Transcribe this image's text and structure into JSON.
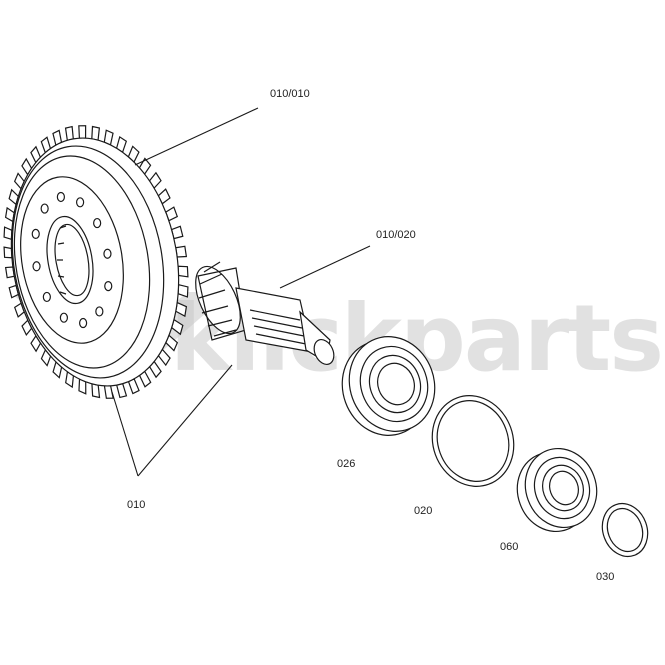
{
  "watermark": {
    "brand": "klickparts",
    "color": "#c9c9c9"
  },
  "labels": {
    "ring_gear_assembly": "010/010",
    "pinion_shaft": "010/020",
    "bearing_large": "026",
    "shim_ring": "020",
    "bearing_small": "060",
    "retaining_ring": "030",
    "bevel_gear_set": "010"
  },
  "colors": {
    "line": "#1a1a1a",
    "background": "#ffffff"
  }
}
